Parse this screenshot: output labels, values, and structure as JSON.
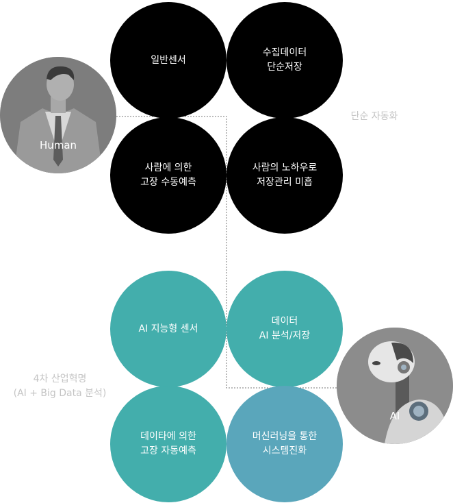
{
  "top_group": {
    "circles": [
      {
        "label": "일반센서"
      },
      {
        "label": "수집데이터\n단순저장"
      },
      {
        "label": "사람에 의한\n고장 수동예측"
      },
      {
        "label": "사람의 노하우로\n저장관리 미흡"
      }
    ],
    "side_label": "단순 자동화"
  },
  "bottom_group": {
    "circles": [
      {
        "label": "AI 지능형 센서"
      },
      {
        "label": "데이터\nAI 분석/저장"
      },
      {
        "label": "데이타에 의한\n고장 자동예측"
      },
      {
        "label": "머신러닝을 통한\n시스템진화"
      }
    ],
    "side_label": "4차 산업혁명\n(AI + Big Data 분석)"
  },
  "human": {
    "label": "Human",
    "icon": "businessman-icon"
  },
  "ai": {
    "label": "AI",
    "icon": "robot-icon"
  },
  "colors": {
    "black_circle": "#000000",
    "teal_circle": "#43aeac",
    "blue_circle": "#5aa6bb",
    "muted_label": "#c4c4c4",
    "connector": "#777777"
  }
}
